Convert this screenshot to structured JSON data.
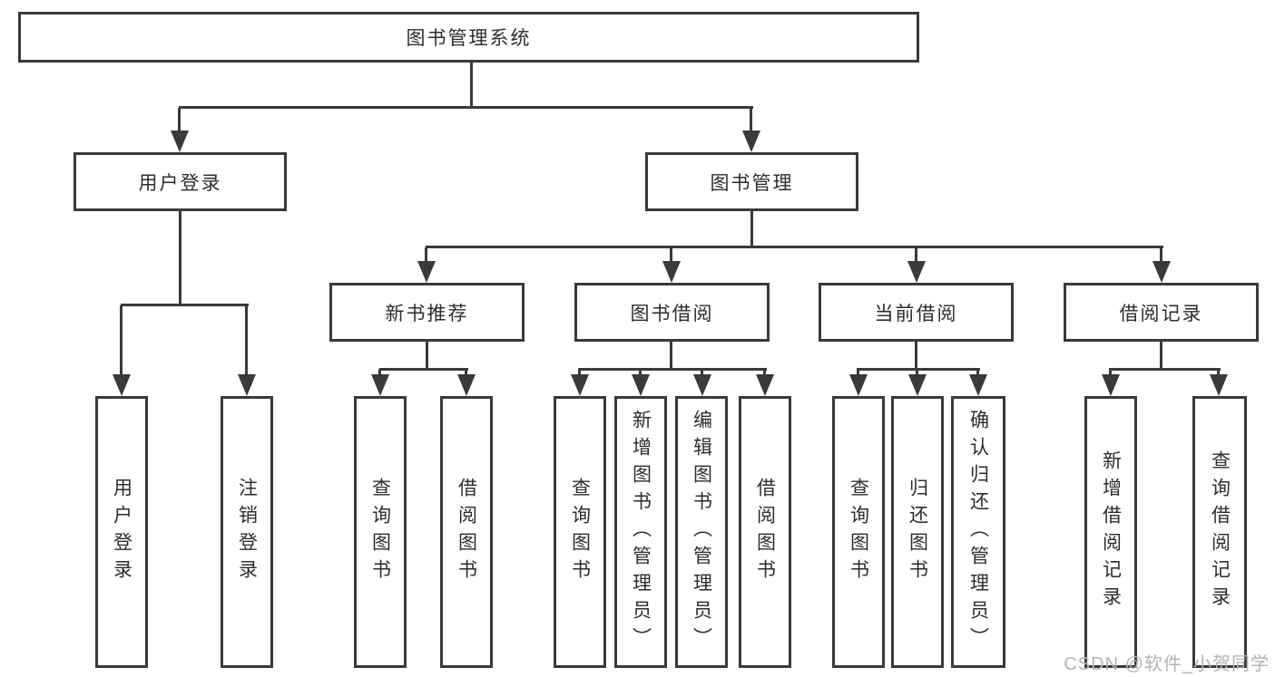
{
  "diagram": {
    "title": "图书管理系统",
    "root": {
      "label": "图书管理系统"
    },
    "level2": [
      {
        "id": "user-login",
        "label": "用户登录"
      },
      {
        "id": "book-management",
        "label": "图书管理"
      }
    ],
    "level3": [
      {
        "id": "new-book-recommend",
        "label": "新书推荐",
        "parent": "图书管理"
      },
      {
        "id": "book-borrowing",
        "label": "图书借阅",
        "parent": "图书管理"
      },
      {
        "id": "current-borrowing",
        "label": "当前借阅",
        "parent": "图书管理"
      },
      {
        "id": "borrowing-records",
        "label": "借阅记录",
        "parent": "图书管理"
      }
    ],
    "leaves": [
      {
        "label": "用户登录",
        "parent": "用户登录"
      },
      {
        "label": "注销登录",
        "parent": "用户登录"
      },
      {
        "label": "查询图书",
        "parent": "新书推荐"
      },
      {
        "label": "借阅图书",
        "parent": "新书推荐"
      },
      {
        "label": "查询图书",
        "parent": "图书借阅"
      },
      {
        "label": "新增图书（管理员）",
        "parent": "图书借阅"
      },
      {
        "label": "编辑图书（管理员）",
        "parent": "图书借阅"
      },
      {
        "label": "借阅图书",
        "parent": "图书借阅"
      },
      {
        "label": "查询图书",
        "parent": "当前借阅"
      },
      {
        "label": "归还图书",
        "parent": "当前借阅"
      },
      {
        "label": "确认归还（管理员）",
        "parent": "当前借阅"
      },
      {
        "label": "新增借阅记录",
        "parent": "借阅记录"
      },
      {
        "label": "查询借阅记录",
        "parent": "借阅记录"
      }
    ]
  },
  "watermark": {
    "text": "CSDN @软件_小贺同学"
  },
  "colors": {
    "line": "#3a3a3a",
    "text": "#2d2d2d",
    "watermark": "#b3b3b3",
    "background": "#ffffff"
  }
}
